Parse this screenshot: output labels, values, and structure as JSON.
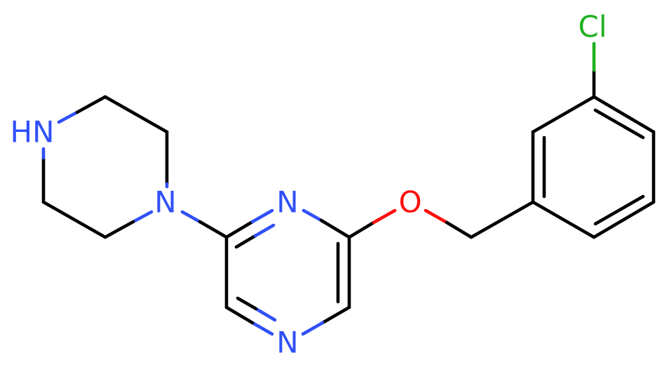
{
  "atoms": {
    "piperazine_nh": "HN",
    "piperazine_n": "N",
    "pyrazine_n_top": "N",
    "pyrazine_n_bottom": "N",
    "ether_o": "O",
    "chlorine": "Cl"
  },
  "colors": {
    "carbon_bond": "#000000",
    "nitrogen": "#3050F8",
    "oxygen": "#FF0D0D",
    "chlorine": "#1FB01F",
    "background": "#FFFFFF"
  }
}
